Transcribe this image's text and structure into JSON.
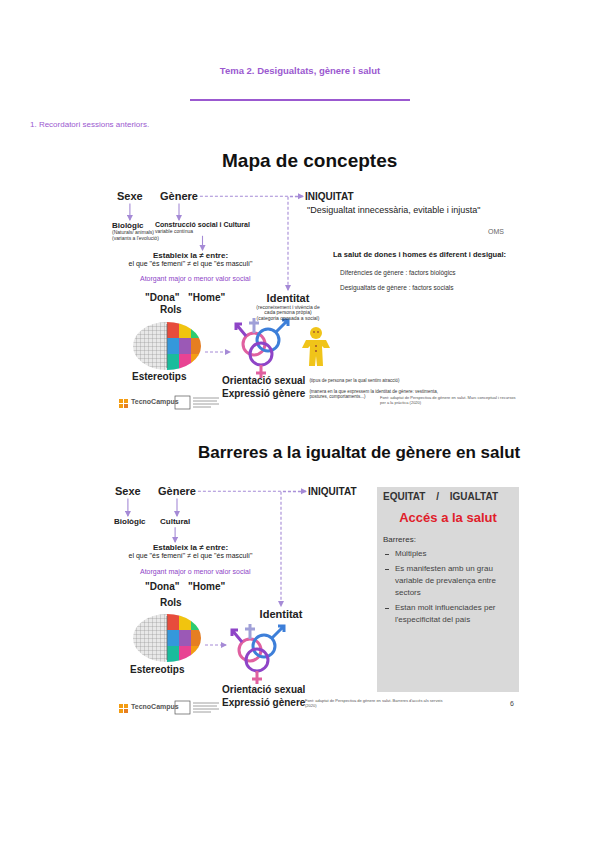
{
  "diagram": {
    "title": "Tema 2. Desigualtats, gènere i salut",
    "nodes": [
      {
        "text": [
          "Sexe"
        ]
      },
      {
        "text": [
          "Gènere"
        ]
      },
      {
        "text": [
          "INIQUITAT"
        ]
      },
      {
        "text": [
          "Biològic",
          "(Naturals/ animals)",
          "(variants a l'evolució)"
        ]
      },
      {
        "text": [
          "Construcció social i Cultural",
          "variable contínua"
        ]
      },
      {
        "text": [
          "Estableix la ≠ entre:",
          "el que \"és femení\" ≠ el que \"és masculí\""
        ]
      },
      {
        "text": [
          "Identitat",
          "(reconeixement i vivència de cada persona pròpia)",
          "(categoria oposada a social)"
        ]
      },
      {
        "text": [
          "Rols"
        ]
      },
      {
        "text": [
          "Orientació sexual",
          "(tipus de persona per la qual sentim atracció)"
        ]
      },
      {
        "text": [
          "Expressió gènere",
          "(manera en la que expressem la identitat de gènere: vestimenta, postures, comportaments...)"
        ]
      },
      {
        "text": [
          "Sexe"
        ]
      },
      {
        "text": [
          "Gènere"
        ]
      },
      {
        "text": [
          "INIQUITAT"
        ]
      },
      {
        "text": [
          "Biològic"
        ]
      },
      {
        "text": [
          "Cultural"
        ]
      },
      {
        "text": [
          "Estableix la ≠ entre:",
          "el que \"és femení\" ≠ el que \"és masculí\""
        ]
      },
      {
        "text": [
          "Rols"
        ]
      },
      {
        "text": [
          "Identitat"
        ]
      },
      {
        "text": [
          "Orientació sexual"
        ]
      },
      {
        "text": [
          "Expressió gènere"
        ]
      },
      {
        "text": [
          "EQUITAT / IGUALTAT",
          "Accés a la salut",
          "Barreres:",
          "Múltiples",
          "Es manifesten amb un grau variable de prevalença entre sectors",
          "Estan molt influenciades per l'especificitat del país"
        ]
      }
    ],
    "edges": [
      {
        "from": 1,
        "to": 2,
        "arrow": "to"
      },
      {
        "from": 0,
        "to": 3,
        "arrow": "to"
      },
      {
        "from": 1,
        "to": 4,
        "arrow": "to"
      },
      {
        "from": 4,
        "to": 5,
        "arrow": "to"
      },
      {
        "from": 2,
        "to": 6,
        "arrow": "to"
      },
      {
        "from": 11,
        "to": 12,
        "arrow": "to"
      },
      {
        "from": 10,
        "to": 13,
        "arrow": "to"
      },
      {
        "from": 11,
        "to": 14,
        "arrow": "to"
      },
      {
        "from": 14,
        "to": 15,
        "arrow": "to"
      },
      {
        "from": 12,
        "to": 17,
        "arrow": "to"
      }
    ],
    "labels": [
      "1. Recordatori sessions anteriors.",
      "Mapa de conceptes",
      "\"Desigualtat innecessària, evitable i injusta\"",
      "OMS",
      "La salut de dones i homes és diferent i desigual:",
      "Diferències de gènere : factors biològics",
      "Desigualtats de gènere : factors socials",
      "Atorgant major o menor valor social",
      "\"Dona\"",
      "\"Home\"",
      "Estereotips",
      "TecnoCampus",
      "Font: adaptat de Perspectiva de gènere en salut. Marc conceptual i recursos per a la pràctica (2020)",
      "Barreres a la igualtat de gènere en salut",
      "Atorgant major o menor valor social",
      "\"Dona\"",
      "\"Home\"",
      "Estereotips",
      "TecnoCampus",
      "Font: adaptat de Perspectiva de gènere en salut. Barreres d'accés als serveis (2020)",
      "6"
    ]
  }
}
